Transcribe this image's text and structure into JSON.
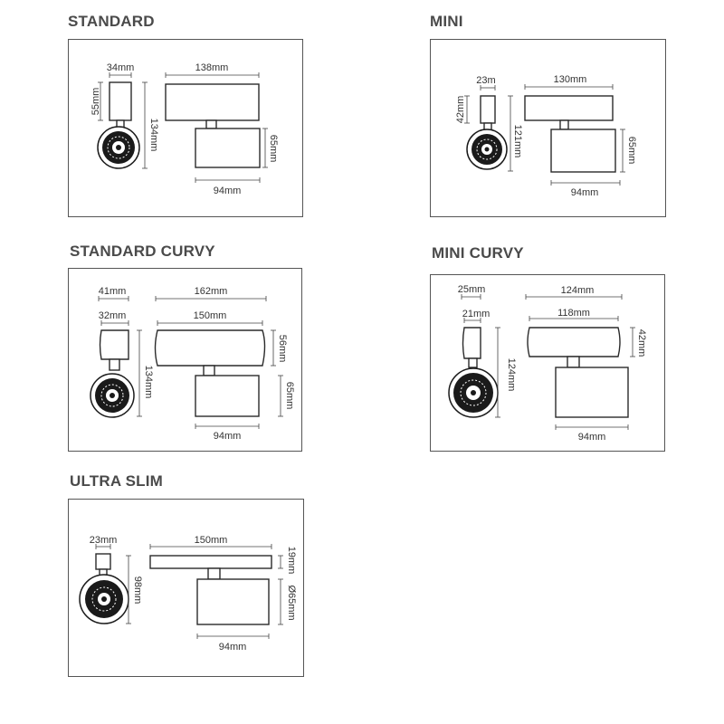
{
  "diagrams": {
    "standard": {
      "title": "STANDARD",
      "labels": {
        "head_w": "34mm",
        "head_h": "55mm",
        "body_w": "138mm",
        "total_h": "134mm",
        "can_h": "65mm",
        "can_w": "94mm"
      }
    },
    "mini": {
      "title": "MINI",
      "labels": {
        "head_w": "23m",
        "head_h": "42mm",
        "body_w": "130mm",
        "total_h": "121mm",
        "can_h": "65mm",
        "can_w": "94mm"
      }
    },
    "standard_curvy": {
      "title": "STANDARD CURVY",
      "labels": {
        "outer_w": "41mm",
        "head_w": "32mm",
        "body_outer_w": "162mm",
        "body_w": "150mm",
        "body_h": "56mm",
        "total_h": "134mm",
        "can_h": "65mm",
        "can_w": "94mm"
      }
    },
    "mini_curvy": {
      "title": "MINI CURVY",
      "labels": {
        "outer_w": "25mm",
        "head_w": "21mm",
        "body_outer_w": "124mm",
        "body_w": "118mm",
        "body_h": "42mm",
        "total_h": "124mm",
        "can_w": "94mm"
      }
    },
    "ultra_slim": {
      "title": "ULTRA SLIM",
      "labels": {
        "head_w": "23mm",
        "body_w": "150mm",
        "total_h": "98mm",
        "body_h": "19mm",
        "can_d": "Ø65mm",
        "can_w": "94mm"
      }
    }
  },
  "colors": {
    "line": "#2a2a2a",
    "text": "#333333",
    "title": "#4a4a4a",
    "ring": "#1a1a1a"
  }
}
